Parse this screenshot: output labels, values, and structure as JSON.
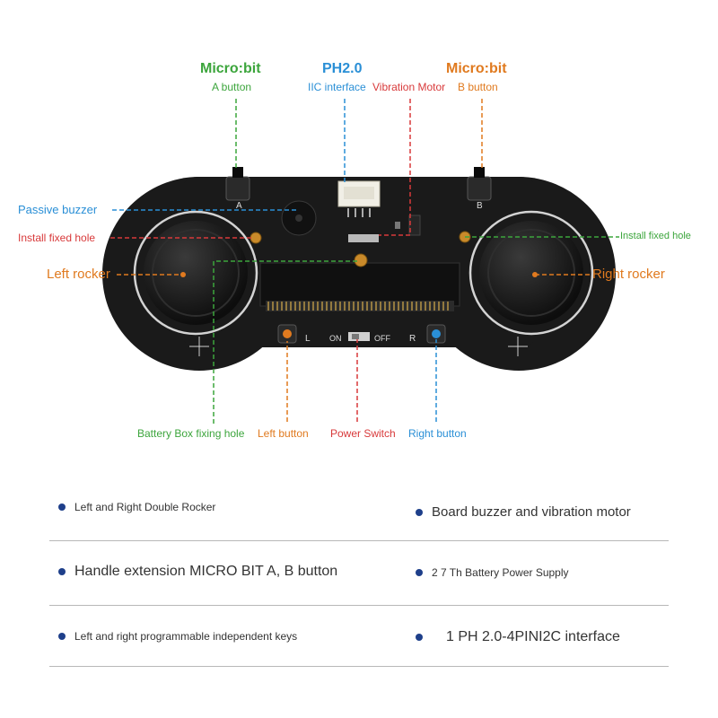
{
  "colors": {
    "green": "#3ca53c",
    "blue": "#2a8fd6",
    "orange": "#e07a1f",
    "red": "#d8393a",
    "board": "#1a1a1a",
    "bullet": "#1e3f8a"
  },
  "labels": {
    "microbit_a_title": "Micro:bit",
    "microbit_a_sub": "A button",
    "ph_title": "PH2.0",
    "ph_sub": "IIC interface",
    "vibration": "Vibration Motor",
    "microbit_b_title": "Micro:bit",
    "microbit_b_sub": "B button",
    "passive_buzzer": "Passive buzzer",
    "install_left": "Install fixed hole",
    "install_right": "Install fixed hole",
    "left_rocker": "Left rocker",
    "right_rocker": "Right rocker",
    "battery_hole": "Battery Box fixing hole",
    "left_button": "Left button",
    "power_switch": "Power Switch",
    "right_button": "Right button"
  },
  "board_text": {
    "a": "A",
    "b": "B",
    "l": "L",
    "r": "R",
    "on": "ON",
    "off": "OFF"
  },
  "features": [
    "Left and Right Double Rocker",
    "Board buzzer and vibration motor",
    "Handle extension MICRO BIT A, B button",
    "2 7 Th Battery Power Supply",
    "Left and right programmable independent keys",
    "1 PH 2.0-4PINI2C interface"
  ]
}
